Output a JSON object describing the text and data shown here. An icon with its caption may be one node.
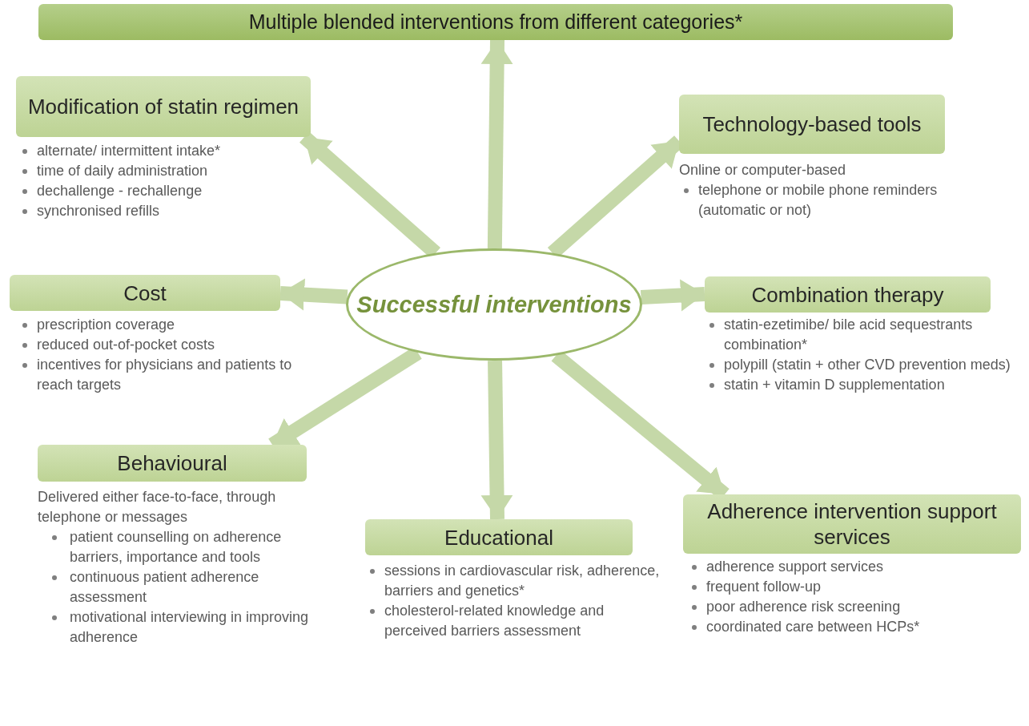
{
  "diagram": {
    "nodes": [
      {
        "text": [
          "Successful interventions"
        ]
      },
      {
        "text": [
          "Multiple blended interventions from different categories*"
        ]
      },
      {
        "text": [
          "Modification of statin regimen"
        ],
        "beside": [
          "alternate/ intermittent intake*",
          "time of daily administration",
          "dechallenge - rechallenge",
          "synchronised refills"
        ]
      },
      {
        "text": [
          "Technology-based tools"
        ],
        "beside": [
          "Online or computer-based",
          "telephone or mobile phone reminders (automatic or not)"
        ]
      },
      {
        "text": [
          "Cost"
        ],
        "beside": [
          "prescription coverage",
          "reduced out-of-pocket costs",
          "incentives for physicians and patients to reach targets"
        ]
      },
      {
        "text": [
          "Combination therapy"
        ],
        "beside": [
          "statin-ezetimibe/ bile acid sequestrants combination*",
          "polypill (statin + other CVD prevention meds)",
          "statin + vitamin D supplementation"
        ]
      },
      {
        "text": [
          "Behavioural"
        ],
        "beside": [
          "Delivered either face-to-face, through telephone or messages",
          "patient counselling on adherence barriers, importance and tools",
          "continuous patient adherence assessment",
          "motivational interviewing in improving adherence"
        ]
      },
      {
        "text": [
          "Educational"
        ],
        "beside": [
          "sessions in cardiovascular risk, adherence, barriers and genetics*",
          "cholesterol-related knowledge and perceived barriers assessment"
        ]
      },
      {
        "text": [
          "Adherence intervention support services"
        ],
        "beside": [
          "adherence support services",
          "frequent follow-up",
          "poor adherence risk screening",
          "coordinated care between HCPs*"
        ]
      }
    ],
    "edges": [
      {
        "from": 0,
        "to": 1,
        "arrow": "to"
      },
      {
        "from": 0,
        "to": 2,
        "arrow": "to"
      },
      {
        "from": 0,
        "to": 3,
        "arrow": "to"
      },
      {
        "from": 0,
        "to": 4,
        "arrow": "to"
      },
      {
        "from": 0,
        "to": 5,
        "arrow": "to"
      },
      {
        "from": 0,
        "to": 6,
        "arrow": "to"
      },
      {
        "from": 0,
        "to": 7,
        "arrow": "to"
      },
      {
        "from": 0,
        "to": 8,
        "arrow": "to"
      }
    ]
  }
}
